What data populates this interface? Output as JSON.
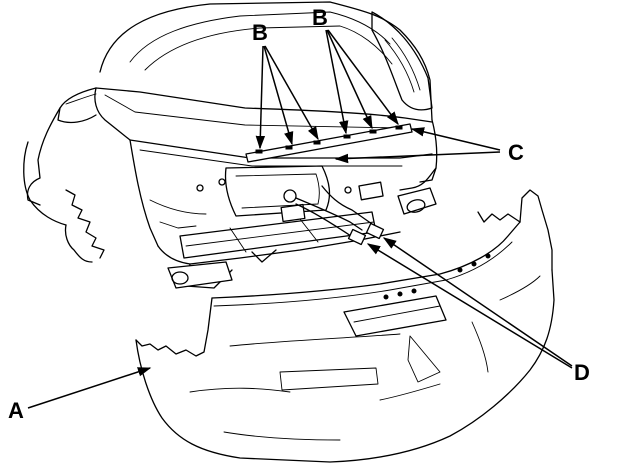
{
  "callouts": {
    "a": "A",
    "b_left": "B",
    "b_right": "B",
    "c": "C",
    "d": "D"
  }
}
